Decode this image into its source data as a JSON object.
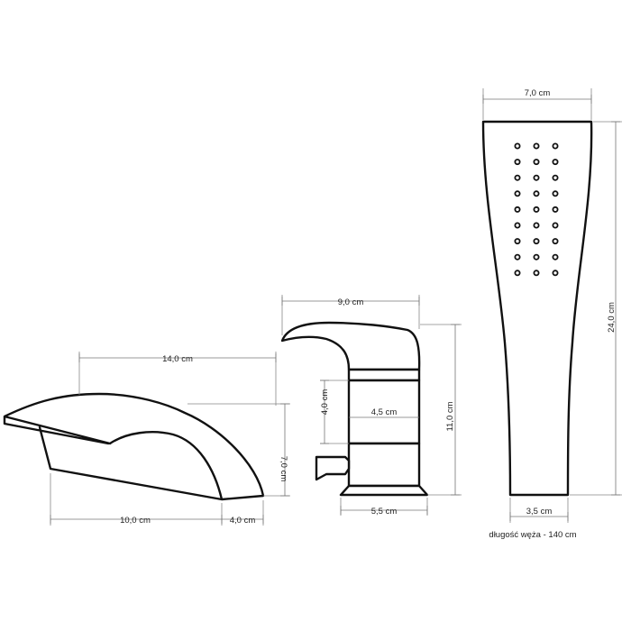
{
  "dimensions": {
    "spout_length": "14,0 cm",
    "spout_height": "7,0 cm",
    "spout_base": "10,0 cm",
    "spout_lip": "4,0 cm",
    "mixer_length": "9,0 cm",
    "mixer_body_height": "4,0 cm",
    "mixer_body_diameter": "4,5 cm",
    "mixer_total_height": "11,0 cm",
    "mixer_base": "5,5 cm",
    "handset_head_width": "7,0 cm",
    "handset_length": "24,0 cm",
    "handset_bottom_width": "3,5 cm"
  },
  "notes": {
    "hose_length": "długość węża - 140 cm"
  },
  "handset": {
    "spray_rows": 9,
    "spray_columns": 3
  }
}
